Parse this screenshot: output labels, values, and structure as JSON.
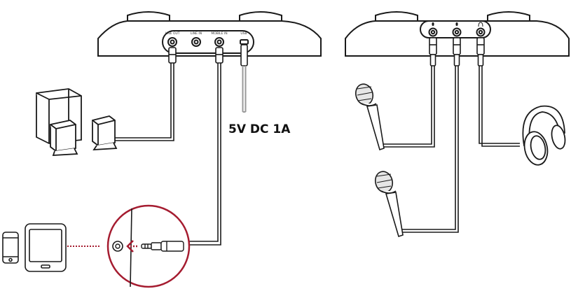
{
  "left_device": {
    "ports": [
      {
        "label": "LINE OUT"
      },
      {
        "label": "LINE IN"
      },
      {
        "label": "MOBILE IN"
      },
      {
        "label": "USB"
      }
    ]
  },
  "power_label": "5V DC 1A",
  "colors": {
    "line": "#1a1a1a",
    "power_cable": "#9a9a9a",
    "accent_red": "#a51c30"
  }
}
